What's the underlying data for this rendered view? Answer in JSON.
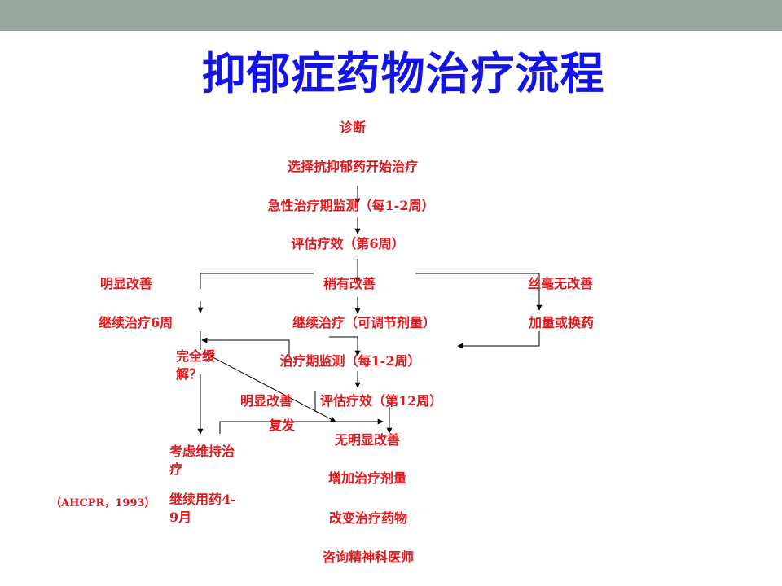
{
  "title": "抑郁症药物治疗流程",
  "nodes": {
    "diagnosis": "诊断",
    "select_antidepressant": "选择抗抑郁药开始治疗",
    "acute_monitoring": "急性治疗期监测（每1-2周）",
    "evaluate_week6": "评估疗效（第6周）",
    "marked_improvement": "明显改善",
    "slight_improvement": "稍有改善",
    "no_improvement_at_all": "丝毫无改善",
    "continue_6_weeks": "继续治疗6周",
    "continue_adjust_dose": "继续治疗（可调节剂量）",
    "increase_or_switch": "加量或换药",
    "complete_remission": "完全缓解？",
    "treatment_monitoring": "治疗期监测（每1-2周）",
    "marked_improvement_2": "明显改善",
    "evaluate_week12": "评估疗效（第12周）",
    "relapse": "复发",
    "consider_maintenance": "考虑维持治疗",
    "continue_medication": "继续用药4-9月",
    "no_marked_improvement": "无明显改善",
    "increase_dose": "增加治疗剂量",
    "change_medication": "改变治疗药物",
    "consult_psychiatrist": "咨询精神科医师"
  },
  "source": "（AHCPR，1993）",
  "colors": {
    "header_bar": "#9aa59d",
    "title": "#1414e6",
    "node_text": "#e0191e",
    "connector": "#000000"
  }
}
